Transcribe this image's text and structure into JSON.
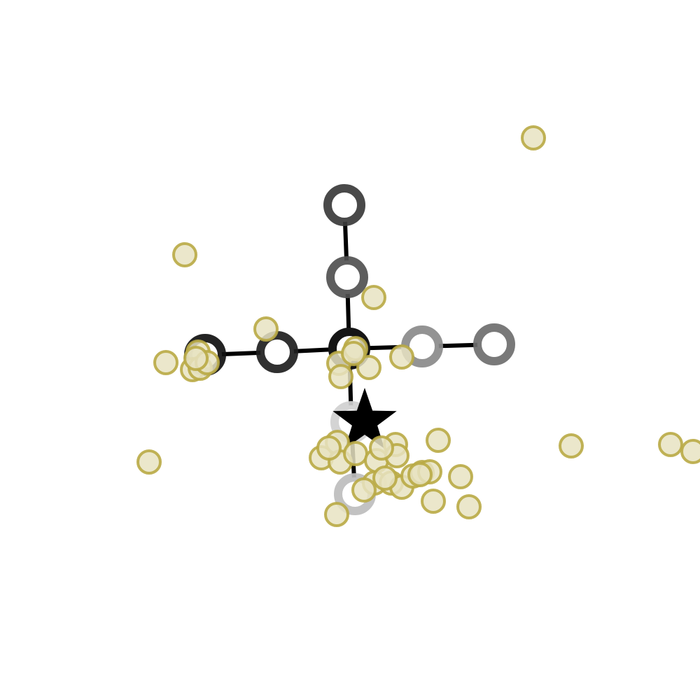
{
  "colors": {
    "background": "#ffffff",
    "edge": "#000000",
    "star": "#000000",
    "scatter_fill": "#e8e3c2",
    "scatter_stroke": "#b9aa45"
  },
  "diagram": {
    "hub": {
      "id": "center",
      "shade": "#151515"
    },
    "arms": [
      {
        "name": "up",
        "nodes": [
          {
            "shade": "#505050"
          },
          {
            "shade": "#3a3a3a"
          }
        ]
      },
      {
        "name": "left",
        "nodes": [
          {
            "shade": "#1e1e1e"
          },
          {
            "shade": "#101010"
          }
        ]
      },
      {
        "name": "right",
        "nodes": [
          {
            "shade": "#8a8a8a"
          },
          {
            "shade": "#6e6e6e"
          }
        ]
      },
      {
        "name": "down",
        "nodes": [
          {
            "shade": "#d0d0d0"
          },
          {
            "shade": "#bdbdbd"
          }
        ]
      }
    ],
    "marker": {
      "shape": "star"
    },
    "scatter_count": 43
  }
}
